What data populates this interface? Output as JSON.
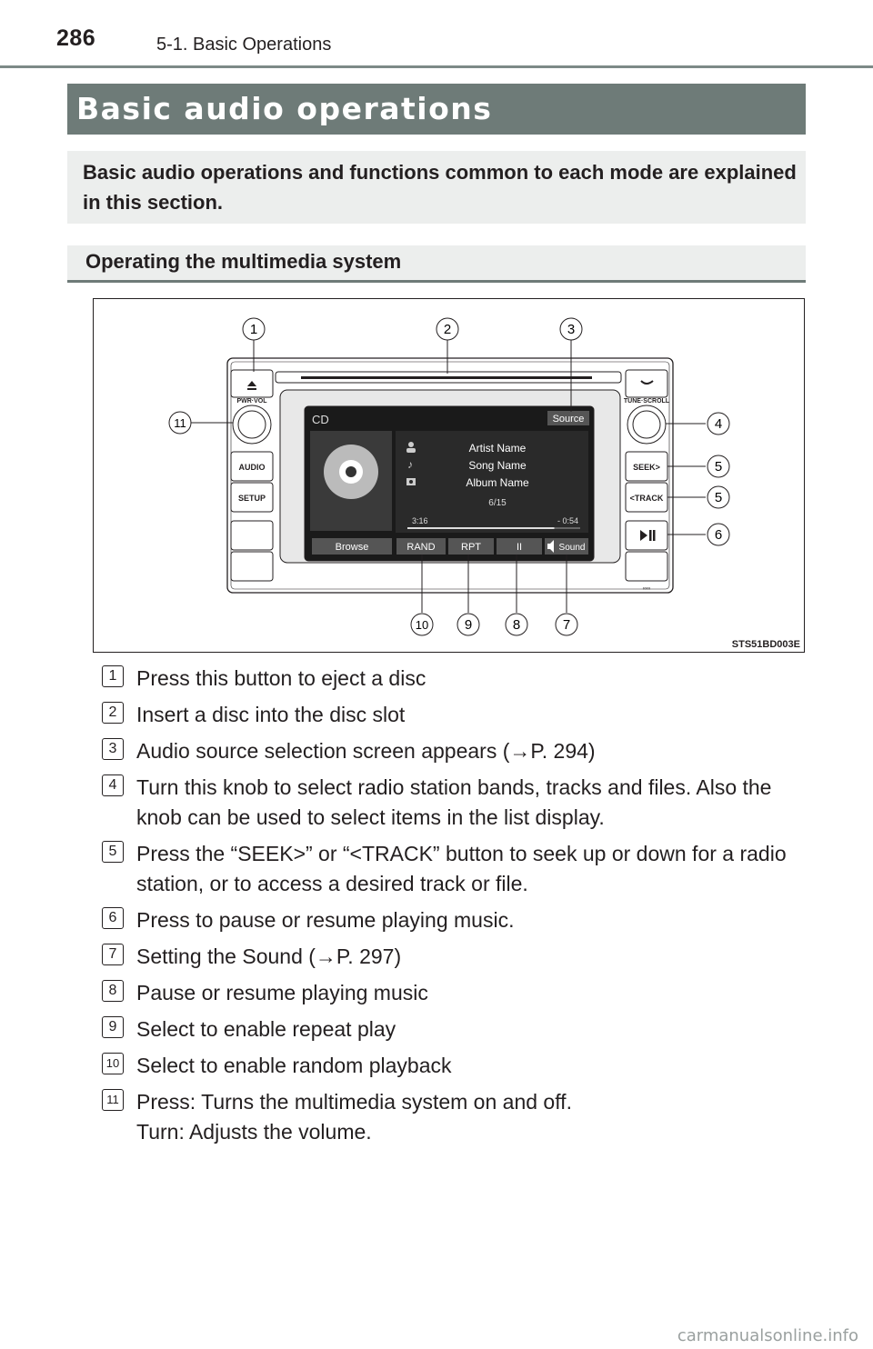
{
  "header": {
    "page_number": "286",
    "chapter": "5-1. Basic Operations"
  },
  "title": "Basic audio operations",
  "intro": "Basic audio operations and functions common to each mode are explained in this section.",
  "section_title": "Operating the multimedia system",
  "figure": {
    "code": "STS51BD003E",
    "screen": {
      "mode": "CD",
      "source": "Source",
      "artist": "Artist Name",
      "song": "Song Name",
      "album": "Album Name",
      "track_count": "6/15",
      "elapsed": "3:16",
      "remaining": "- 0:54",
      "progress": 0.85,
      "buttons": [
        "Browse",
        "RAND",
        "RPT",
        "II",
        "Sound"
      ]
    },
    "left_buttons": {
      "pwr_vol": "PWR·VOL",
      "audio": "AUDIO",
      "setup": "SETUP"
    },
    "right_buttons": {
      "tune_scroll": "TUNE·SCROLL",
      "seek": "SEEK>",
      "track": "<TRACK"
    },
    "callouts": [
      "1",
      "2",
      "3",
      "4",
      "5",
      "5",
      "6",
      "7",
      "8",
      "9",
      "10",
      "11"
    ],
    "icons": [
      "eject-icon",
      "phone-icon",
      "play-pause-icon",
      "person-icon",
      "music-note-icon",
      "disc-icon",
      "speaker-icon"
    ]
  },
  "items": [
    {
      "num": "1",
      "text": "Press this button to eject a disc"
    },
    {
      "num": "2",
      "text": "Insert a disc into the disc slot"
    },
    {
      "num": "3",
      "text": "Audio source selection screen appears (→P. 294)"
    },
    {
      "num": "4",
      "text": "Turn this knob to select radio station bands, tracks and files. Also the knob can be used to select items in the list display."
    },
    {
      "num": "5",
      "text": "Press the “SEEK>” or “<TRACK” button to seek up or down for a radio station, or to access a desired track or file."
    },
    {
      "num": "6",
      "text": "Press to pause or resume playing music."
    },
    {
      "num": "7",
      "text": "Setting the Sound (→P. 297)"
    },
    {
      "num": "8",
      "text": "Pause or resume playing music"
    },
    {
      "num": "9",
      "text": "Select to enable repeat play"
    },
    {
      "num": "10",
      "text": "Select to enable random playback"
    },
    {
      "num": "11",
      "text": "Press: Turns the multimedia system on and off.\nTurn: Adjusts the volume."
    }
  ],
  "footer": "carmanualsonline.info"
}
